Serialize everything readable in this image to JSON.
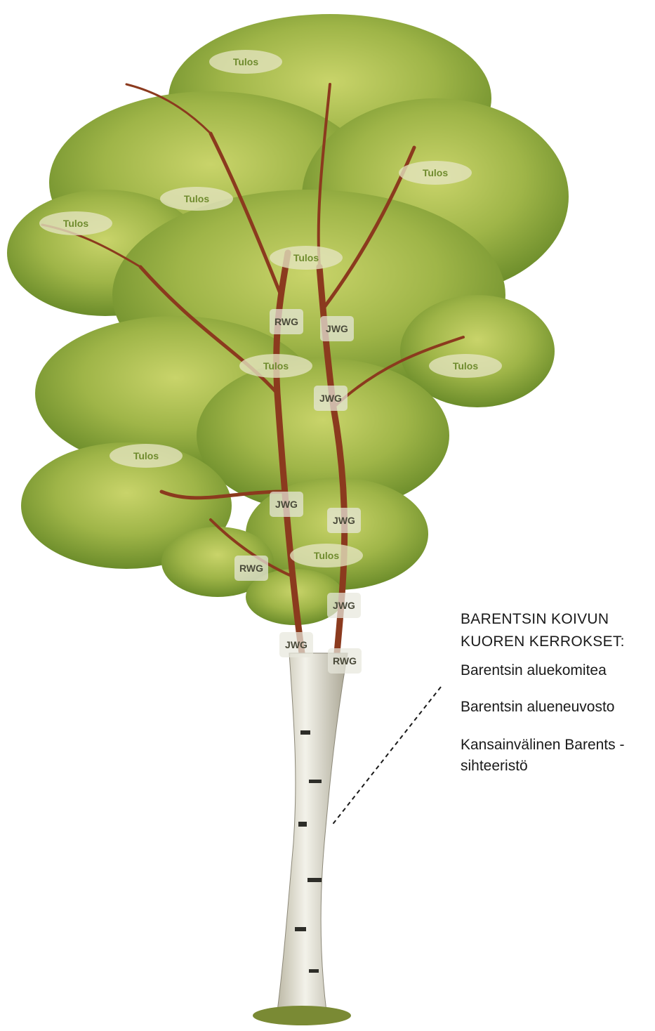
{
  "labels": {
    "tulos": "Tulos",
    "rwg": "RWG",
    "jwg": "JWG"
  },
  "legend": {
    "title_line1": "BARENTSIN KOIVUN",
    "title_line2": "KUOREN KERROKSET:",
    "items": [
      "Barentsin aluekomitea",
      "Barentsin alueneuvosto",
      "Kansainvälinen Barents -sihteeristö"
    ]
  },
  "colors": {
    "foliage_light": "#b9c85a",
    "foliage_dark": "#6b8c2a",
    "branch": "#8b3a1e",
    "bark": "#ecebe0",
    "tulos_text": "#6f8b2e",
    "wg_text": "#4a4a3a"
  }
}
